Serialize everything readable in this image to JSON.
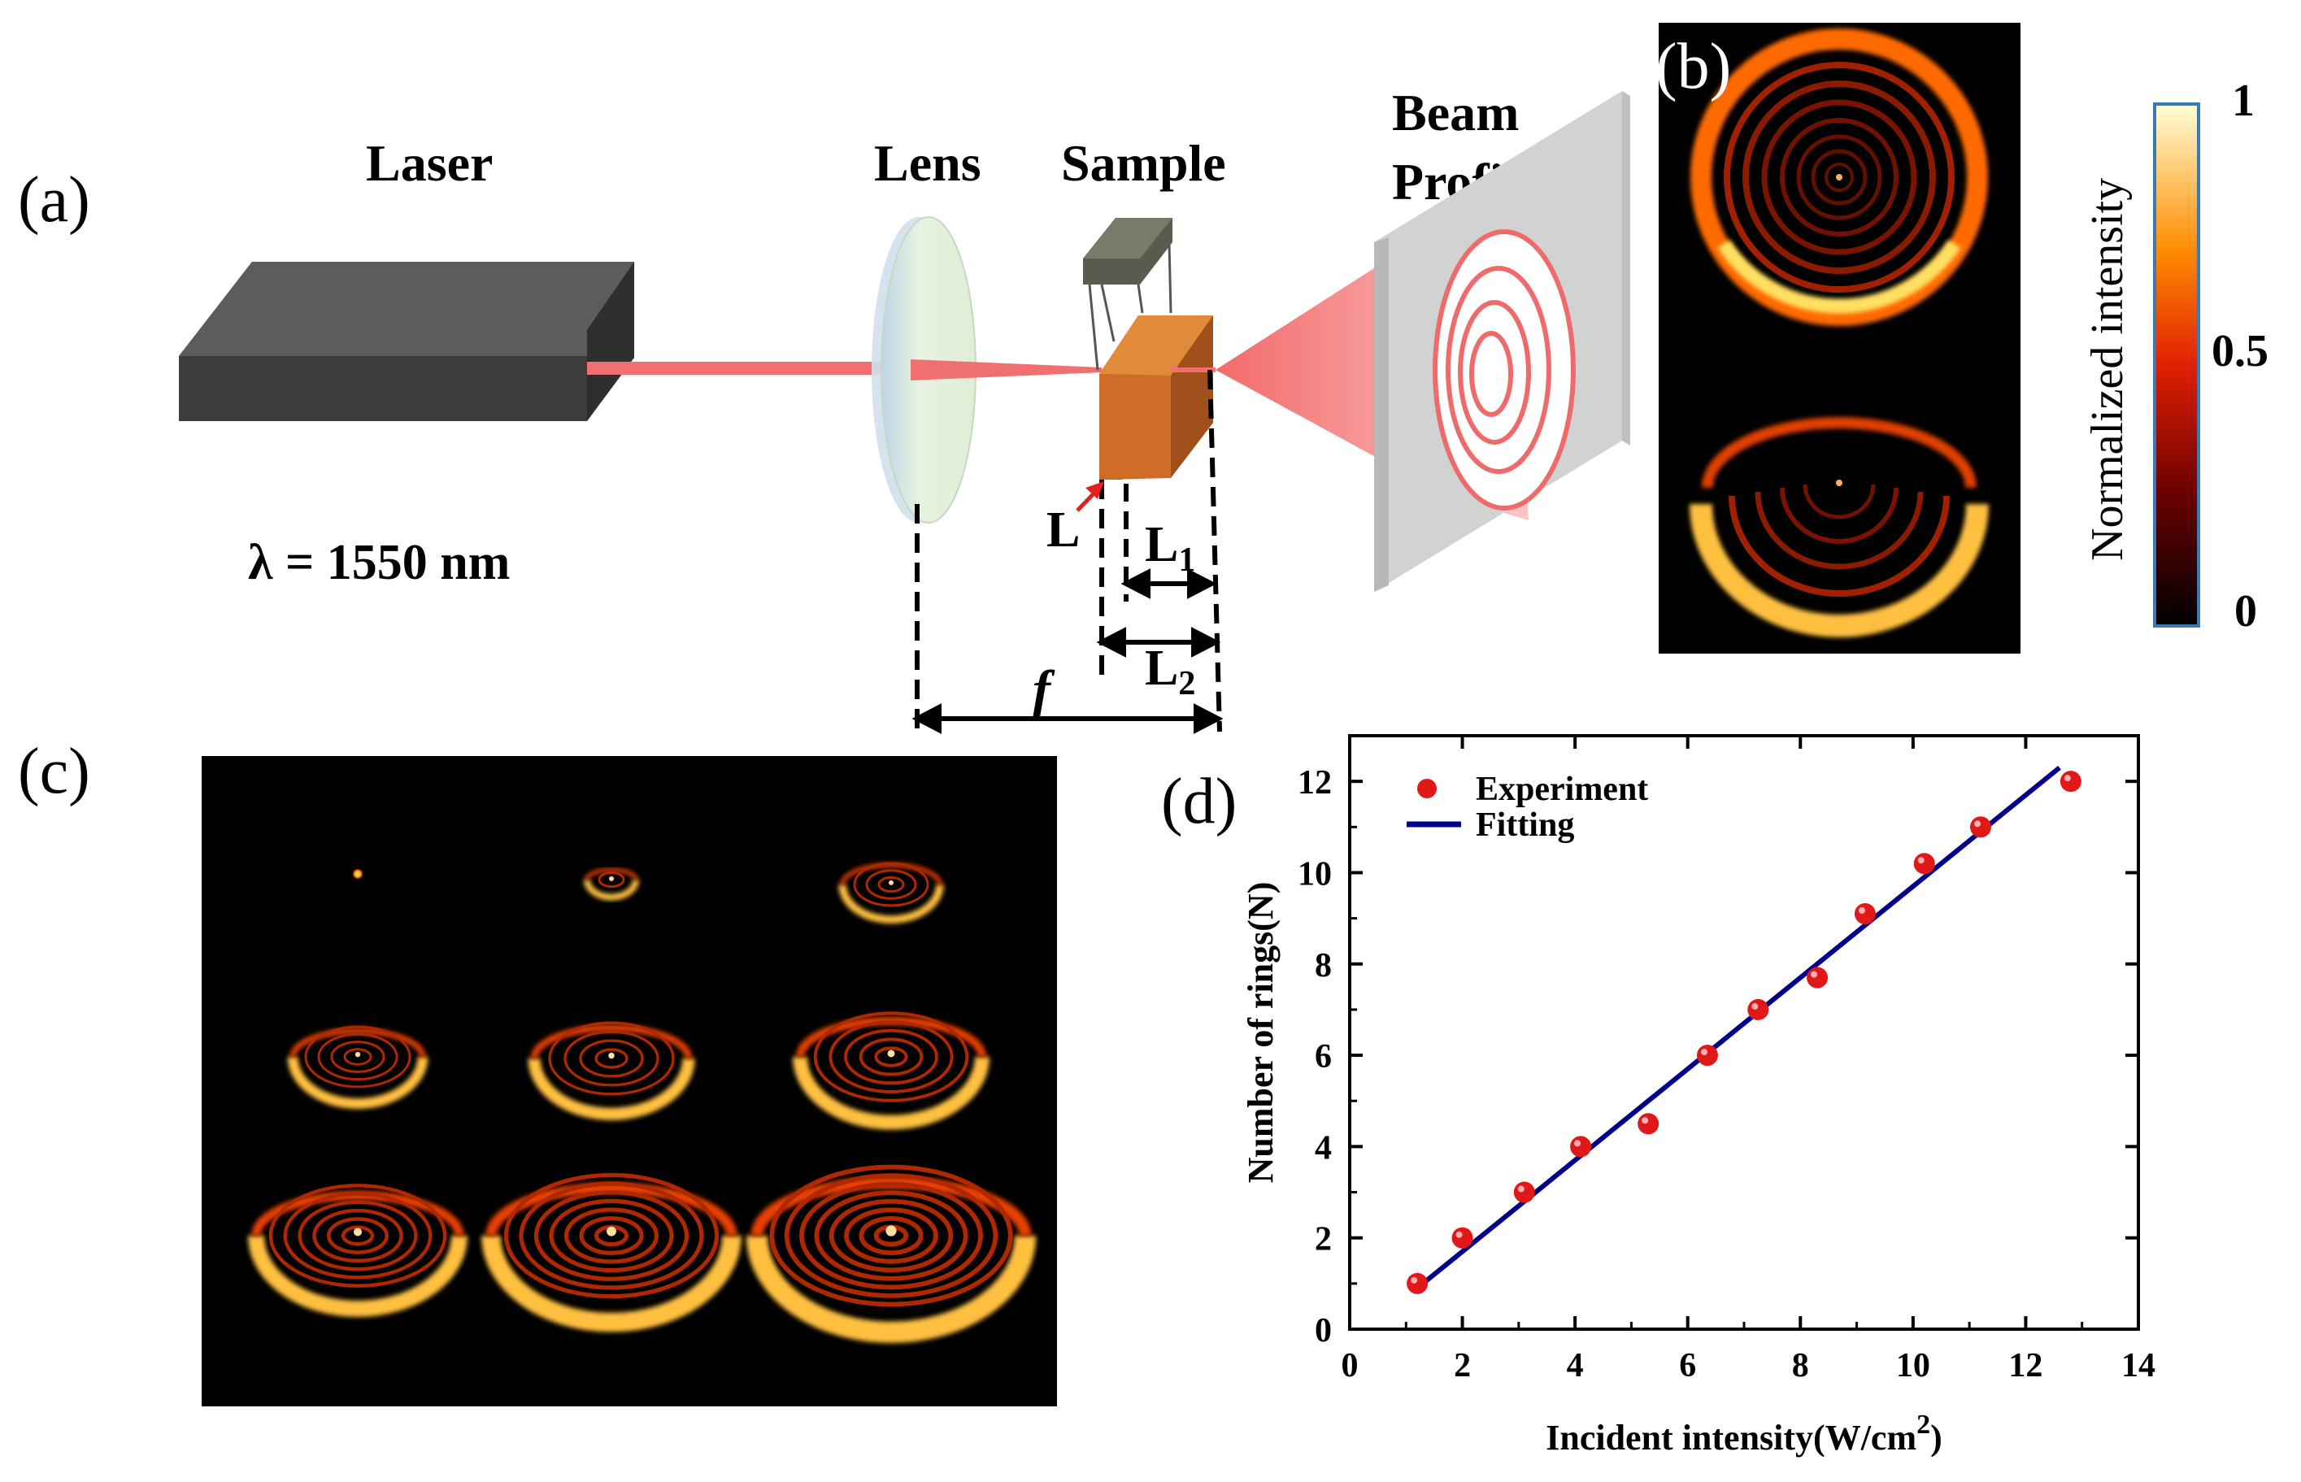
{
  "panel_a": {
    "label": "(a)",
    "laser_label": "Laser",
    "lens_label": "Lens",
    "sample_label": "Sample",
    "profiler_label_1": "Beam",
    "profiler_label_2": "Profiler",
    "wavelength": "λ = 1550 nm",
    "dim_L": "L",
    "dim_L1": "L",
    "dim_L1_sub": "1",
    "dim_L2": "L",
    "dim_L2_sub": "2",
    "dim_f": "f"
  },
  "panel_b": {
    "label": "(b)",
    "colorbar_title": "Normalized intensity",
    "colorbar_ticks": [
      "1",
      "0.5",
      "0"
    ]
  },
  "panel_c": {
    "label": "(c)"
  },
  "panel_d": {
    "label": "(d)",
    "colors": {
      "points": "#e01818",
      "line": "#00008b"
    }
  },
  "chart_data": {
    "type": "scatter",
    "title": "",
    "xlabel": "Incident intensity(W/cm",
    "xlabel_sup": "2",
    "xlabel_end": ")",
    "ylabel": "Number of rings(N)",
    "xlim": [
      0,
      14
    ],
    "ylim": [
      0,
      13
    ],
    "xticks": [
      "0",
      "2",
      "4",
      "6",
      "8",
      "10",
      "12",
      "14"
    ],
    "yticks": [
      "0",
      "2",
      "4",
      "6",
      "8",
      "10",
      "12"
    ],
    "legend_position": "top-left",
    "series": [
      {
        "name": "Experiment",
        "style": "markers",
        "x": [
          1.2,
          2.0,
          3.1,
          4.1,
          5.3,
          6.35,
          7.25,
          8.3,
          9.15,
          10.2,
          11.2,
          12.8
        ],
        "y": [
          1.0,
          2.0,
          3.0,
          4.0,
          4.5,
          6.0,
          7.0,
          7.7,
          9.1,
          10.2,
          11.0,
          12.0
        ]
      },
      {
        "name": "Fitting",
        "style": "line",
        "x": [
          1.2,
          12.6
        ],
        "y": [
          0.9,
          12.3
        ]
      }
    ]
  }
}
